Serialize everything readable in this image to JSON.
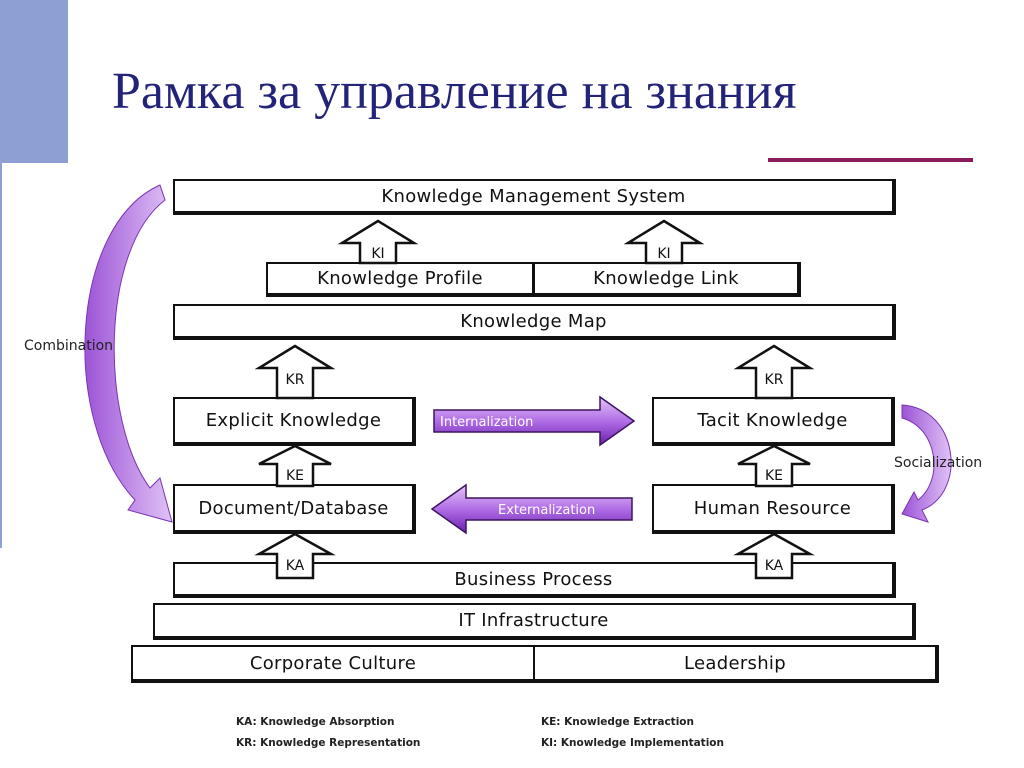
{
  "slide": {
    "title": "Рамка за управление на знания"
  },
  "diagram": {
    "kms": "Knowledge Management System",
    "knowledge_profile": "Knowledge Profile",
    "knowledge_link": "Knowledge Link",
    "knowledge_map": "Knowledge Map",
    "explicit_knowledge": "Explicit Knowledge",
    "tacit_knowledge": "Tacit Knowledge",
    "document_database": "Document/Database",
    "human_resource": "Human Resource",
    "business_process": "Business Process",
    "it_infrastructure": "IT Infrastructure",
    "corporate_culture": "Corporate Culture",
    "leadership": "Leadership",
    "internalization": "Internalization",
    "externalization": "Externalization",
    "combination": "Combination",
    "socialization": "Socialization",
    "arrow_labels": {
      "ki": "KI",
      "kr": "KR",
      "ke": "KE",
      "ka": "KA"
    },
    "purple_color": "#9b4fd1"
  },
  "legend": {
    "ka": "KA: Knowledge Absorption",
    "kr": "KR: Knowledge Representation",
    "ke": "KE: Knowledge Extraction",
    "ki": "KI: Knowledge Implementation"
  }
}
